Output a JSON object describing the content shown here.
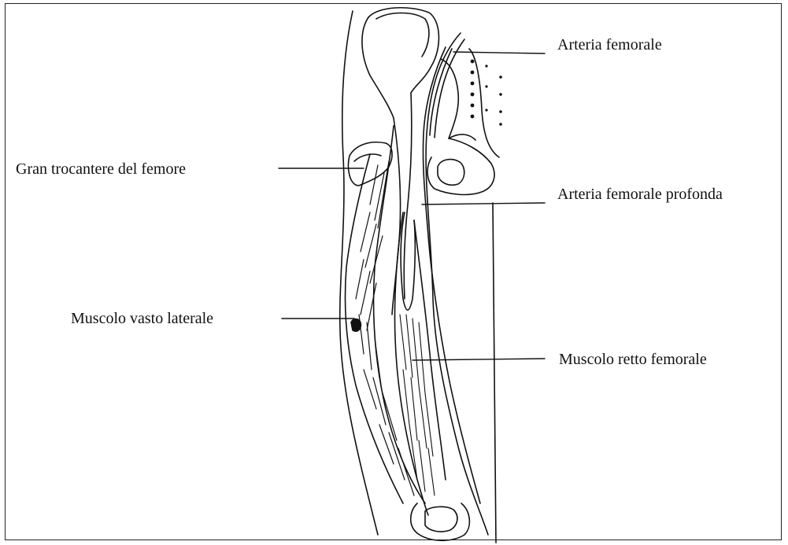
{
  "labels": {
    "arteria_femorale": "Arteria femorale",
    "gran_trocantere": "Gran trocantere del femore",
    "arteria_femorale_profonda": "Arteria femorale profonda",
    "muscolo_vasto_laterale": "Muscolo vasto laterale",
    "muscolo_retto_femorale": "Muscolo retto femorale"
  },
  "colors": {
    "ink": "#111111",
    "background": "#ffffff"
  }
}
